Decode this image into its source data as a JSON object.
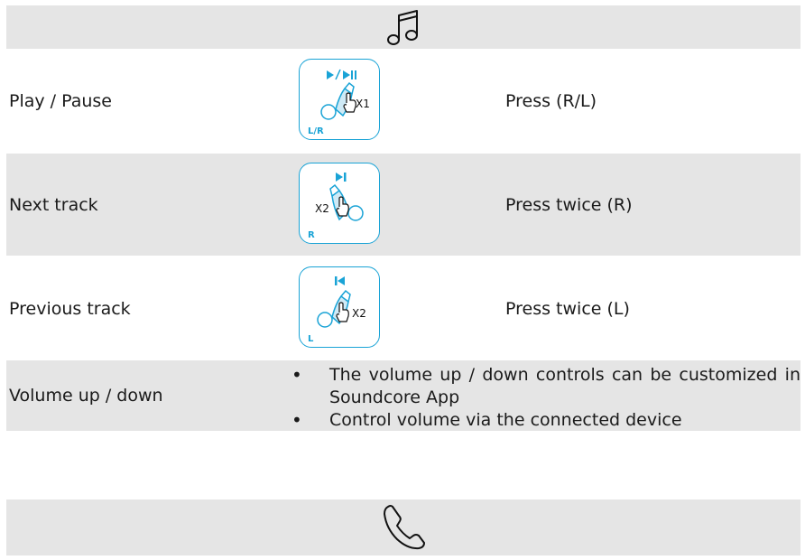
{
  "sections": {
    "music": {
      "icon": "music-note-icon"
    },
    "call": {
      "icon": "phone-icon"
    }
  },
  "controls": [
    {
      "function": "Play / Pause",
      "symbol": "▶/▶II",
      "taps": "X1",
      "side": "L/R",
      "action": "Press (R/L)"
    },
    {
      "function": "Next track",
      "symbol": "▶I",
      "taps": "X2",
      "side": "R",
      "action": "Press twice (R)"
    },
    {
      "function": "Previous track",
      "symbol": "I◀",
      "taps": "X2",
      "side": "L",
      "action": "Press twice (L)"
    }
  ],
  "volume": {
    "function": "Volume up / down",
    "notes": [
      "The volume up / down controls can be customized in Soundcore App",
      "Control volume via the connected device"
    ]
  },
  "colors": {
    "accent": "#19a3d6",
    "band": "#e5e5e5"
  }
}
